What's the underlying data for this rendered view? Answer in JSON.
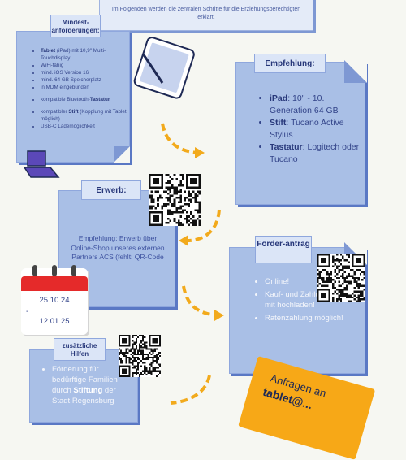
{
  "intro": {
    "text": "Im Folgenden werden die zentralen Schritte für die Erziehungsberechtigten erklärt."
  },
  "requirements": {
    "title": "Mindest-anforderungen:",
    "items": [
      {
        "bold": "Tablet",
        "text": " (iPad) mit 10,9\" Multi-Touchdisplay"
      },
      {
        "bold": "",
        "text": "WiFi-fähig"
      },
      {
        "bold": "",
        "text": "mind. iOS Version 16"
      },
      {
        "bold": "",
        "text": "mind. 64 GB Speicherplatz"
      },
      {
        "bold": "",
        "text": "in MDM eingebunden"
      },
      {
        "bold": "",
        "text": "kompatible Bluetooth-",
        "bold2": "Tastatur"
      },
      {
        "bold": "",
        "text": "kompatibler ",
        "bold2": "Stift",
        "text2": " (Kopplung mit Tablet möglich)"
      },
      {
        "bold": "",
        "text": "USB-C Lademöglichkeit"
      }
    ]
  },
  "recommendation": {
    "title": "Empfehlung:",
    "items": [
      {
        "bold": "iPad",
        "text": ": 10\" - 10. Generation 64 GB"
      },
      {
        "bold": "Stift",
        "text": ": Tucano Active Stylus"
      },
      {
        "bold": "Tastatur",
        "text": ": Logitech oder Tucano"
      }
    ]
  },
  "purchase": {
    "title": "Erwerb:",
    "text": "Empfehlung: Erwerb über Online-Shop unseres externen Partners ACS (fehlt: QR-Code"
  },
  "calendar": {
    "from": "25.10.24",
    "dash": "-",
    "to": "12.01.25"
  },
  "funding": {
    "title": "Förder-antrag",
    "items": [
      "Online!",
      "Kauf- und Zahlungsbeleg mit hochladen!",
      "Ratenzahlung möglich!"
    ]
  },
  "extra": {
    "title": "zusätzliche Hilfen",
    "text_pre": "Förderung für bedürftige Familien durch ",
    "bold": "Stiftung",
    "text_post": " der Stadt Regensburg"
  },
  "contact": {
    "line1": "Anfragen an",
    "line2": "tablet@..."
  }
}
